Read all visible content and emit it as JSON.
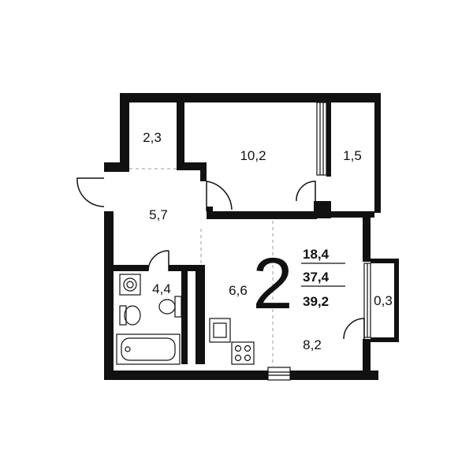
{
  "plan": {
    "room_count": "2",
    "summary": {
      "living": "18,4",
      "total": "37,4",
      "total_with_balcony": "39,2"
    },
    "rooms": {
      "wardrobe": "2,3",
      "bedroom": "10,2",
      "loggia": "1,5",
      "hall": "5,7",
      "bathroom": "4,4",
      "kitchen": "6,6",
      "living_room": "8,2",
      "balcony": "0,3"
    },
    "colors": {
      "wall": "#111111",
      "background": "#ffffff",
      "dashed_divider": "#9a9a9a"
    }
  }
}
